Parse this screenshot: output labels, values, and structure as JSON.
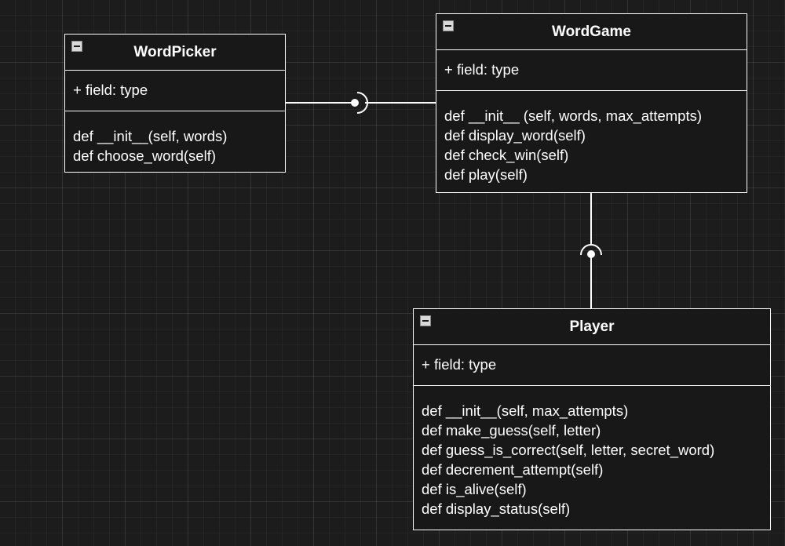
{
  "diagram": {
    "classes": [
      {
        "id": "wordpicker",
        "name": "WordPicker",
        "fields": [
          "+ field: type"
        ],
        "methods": [
          "def __init__(self, words)",
          "def choose_word(self)"
        ]
      },
      {
        "id": "wordgame",
        "name": "WordGame",
        "fields": [
          "+ field: type"
        ],
        "methods": [
          "def __init__ (self, words, max_attempts)",
          "def display_word(self)",
          "def check_win(self)",
          "def play(self)"
        ]
      },
      {
        "id": "player",
        "name": "Player",
        "fields": [
          "+ field: type"
        ],
        "methods": [
          "def __init__(self, max_attempts)",
          "def make_guess(self, letter)",
          "def guess_is_correct(self, letter, secret_word)",
          "def decrement_attempt(self)",
          "def is_alive(self)",
          "def display_status(self)"
        ]
      }
    ],
    "connections": [
      {
        "from": "WordPicker",
        "to": "WordGame",
        "notation": "provided-required-interface"
      },
      {
        "from": "WordGame",
        "to": "Player",
        "notation": "provided-required-interface"
      }
    ],
    "colors": {
      "background": "#1c1c1c",
      "line": "#ffffff",
      "text": "#ffffff"
    }
  }
}
